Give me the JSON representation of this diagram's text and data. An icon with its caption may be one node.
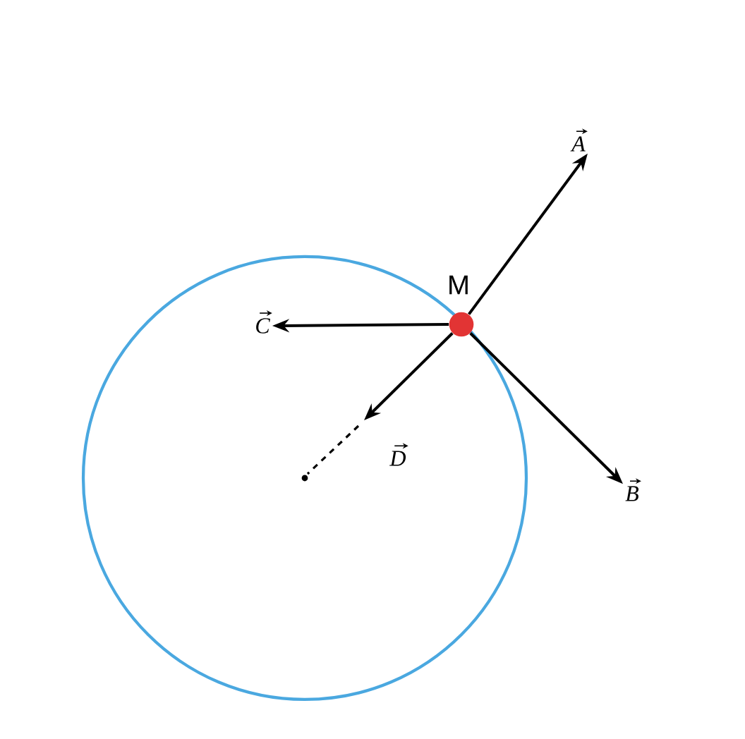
{
  "diagram": {
    "nodes": [
      {
        "text": [],
        "shape": "circle",
        "beside": [
          "M"
        ]
      },
      {
        "text": [
          "A"
        ]
      },
      {
        "text": [
          "B"
        ]
      },
      {
        "text": [
          "C"
        ]
      }
    ],
    "edges": [
      {
        "from": 0,
        "to": 1,
        "arrow": "to"
      },
      {
        "from": 0,
        "to": 2,
        "arrow": "to"
      },
      {
        "from": 0,
        "to": 3,
        "arrow": "to"
      },
      {
        "from": 0,
        "to": null,
        "arrow": "to"
      }
    ],
    "labels": [
      "D"
    ]
  }
}
